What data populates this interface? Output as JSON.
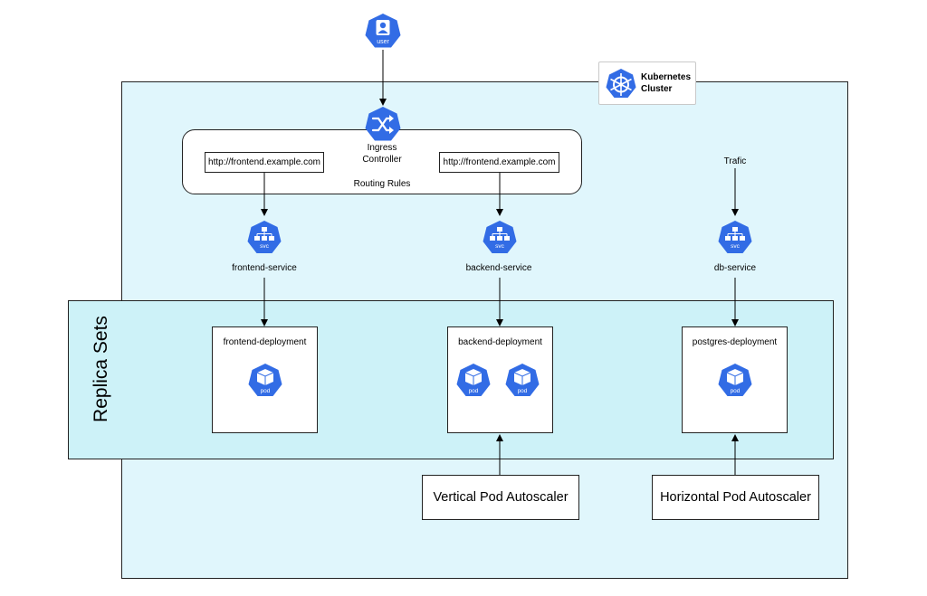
{
  "user": {
    "icon": "user-icon",
    "label": "user"
  },
  "cluster": {
    "title_line1": "Kubernetes",
    "title_line2": "Cluster",
    "icon": "kubernetes-helm-icon"
  },
  "ingress": {
    "line1": "Ingress",
    "line2": "Controller",
    "icon": "ingress-shuffle-icon"
  },
  "routing": {
    "label": "Routing Rules",
    "rules": [
      "http://frontend.example.com",
      "http://frontend.example.com"
    ]
  },
  "traffic": {
    "label": "Trafic"
  },
  "services": [
    {
      "name": "frontend-service",
      "icon_text": "svc"
    },
    {
      "name": "backend-service",
      "icon_text": "svc"
    },
    {
      "name": "db-service",
      "icon_text": "svc"
    }
  ],
  "replica_sets": {
    "label": "Replica Sets"
  },
  "deployments": [
    {
      "name": "frontend-deployment",
      "pods": [
        "pod"
      ]
    },
    {
      "name": "backend-deployment",
      "pods": [
        "pod",
        "pod"
      ]
    },
    {
      "name": "postgres-deployment",
      "pods": [
        "pod"
      ]
    }
  ],
  "autoscalers": {
    "vertical": "Vertical Pod Autoscaler",
    "horizontal": "Horizontal Pod Autoscaler"
  },
  "colors": {
    "icon_blue": "#326ce5",
    "cluster_bg": "#e0f6fc",
    "replica_bg": "#cdf2f8"
  }
}
